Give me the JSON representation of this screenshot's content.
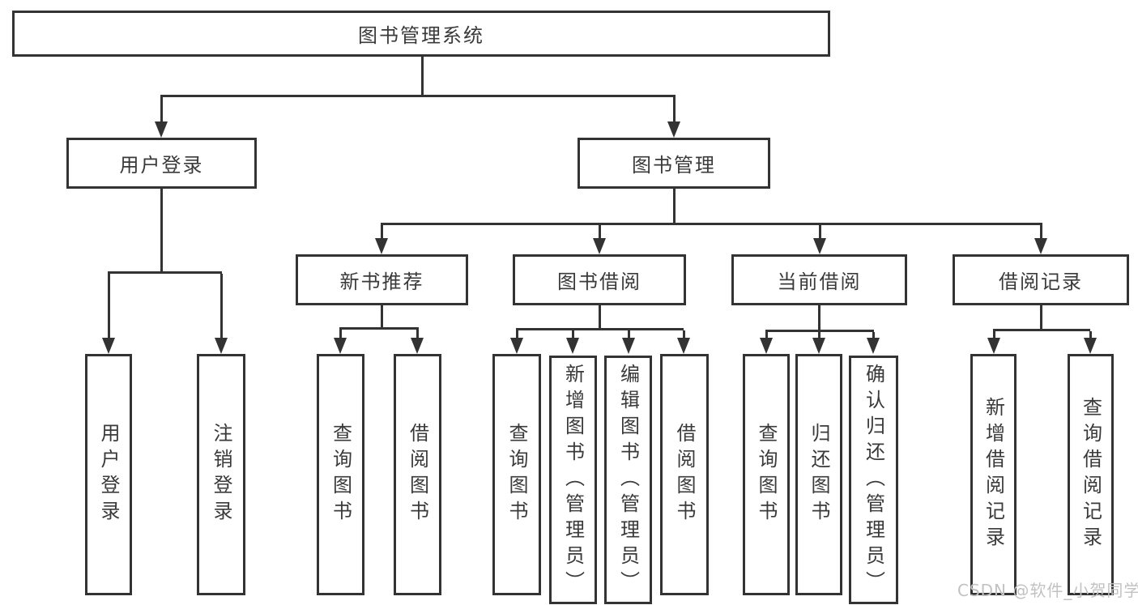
{
  "colors": {
    "line": "#333333",
    "text": "#3a3a3a",
    "watermark": "#c2c2c2",
    "background": "#ffffff"
  },
  "tree": {
    "root": {
      "label": "图书管理系统"
    },
    "children": [
      {
        "label": "用户登录",
        "children": [
          {
            "label": "用户登录"
          },
          {
            "label": "注销登录"
          }
        ]
      },
      {
        "label": "图书管理",
        "children": [
          {
            "label": "新书推荐",
            "children": [
              {
                "label": "查询图书"
              },
              {
                "label": "借阅图书"
              }
            ]
          },
          {
            "label": "图书借阅",
            "children": [
              {
                "label": "查询图书"
              },
              {
                "label": "新增图书（管理员）"
              },
              {
                "label": "编辑图书（管理员）"
              },
              {
                "label": "借阅图书"
              }
            ]
          },
          {
            "label": "当前借阅",
            "children": [
              {
                "label": "查询图书"
              },
              {
                "label": "归还图书"
              },
              {
                "label": "确认归还（管理员）"
              }
            ]
          },
          {
            "label": "借阅记录",
            "children": [
              {
                "label": "新增借阅记录"
              },
              {
                "label": "查询借阅记录"
              }
            ]
          }
        ]
      }
    ]
  },
  "watermark": {
    "label": "CSDN @软件_小贺同学"
  }
}
